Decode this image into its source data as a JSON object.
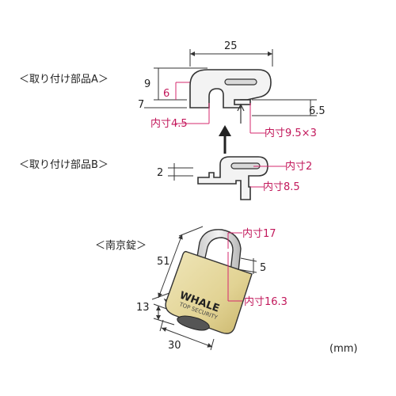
{
  "headers": {
    "part_a": "＜取り付け部品A＞",
    "part_b": "＜取り付け部品B＞",
    "padlock": "＜南京錠＞"
  },
  "part_a": {
    "width": "25",
    "height": "9",
    "bottom": "7",
    "slot_depth": "6",
    "right_height": "6.5",
    "inner_hook": "内寸4.5",
    "inner_slot": "内寸9.5×3"
  },
  "part_b": {
    "thickness": "2",
    "inner_slot": "内寸2",
    "inner_pin": "内寸8.5"
  },
  "padlock": {
    "height": "51",
    "depth": "13",
    "width": "30",
    "shackle_dia": "5",
    "shackle_inner_width": "内寸17",
    "shackle_inner_height": "内寸16.3",
    "brand": "WHALE",
    "brand_sub": "TOP SECURITY"
  },
  "unit": "(mm)",
  "colors": {
    "accent": "#c2185b",
    "brass": "#e6d9a0",
    "line": "#333333"
  },
  "icons": {
    "assembly_arrow": "up-arrow-icon"
  }
}
